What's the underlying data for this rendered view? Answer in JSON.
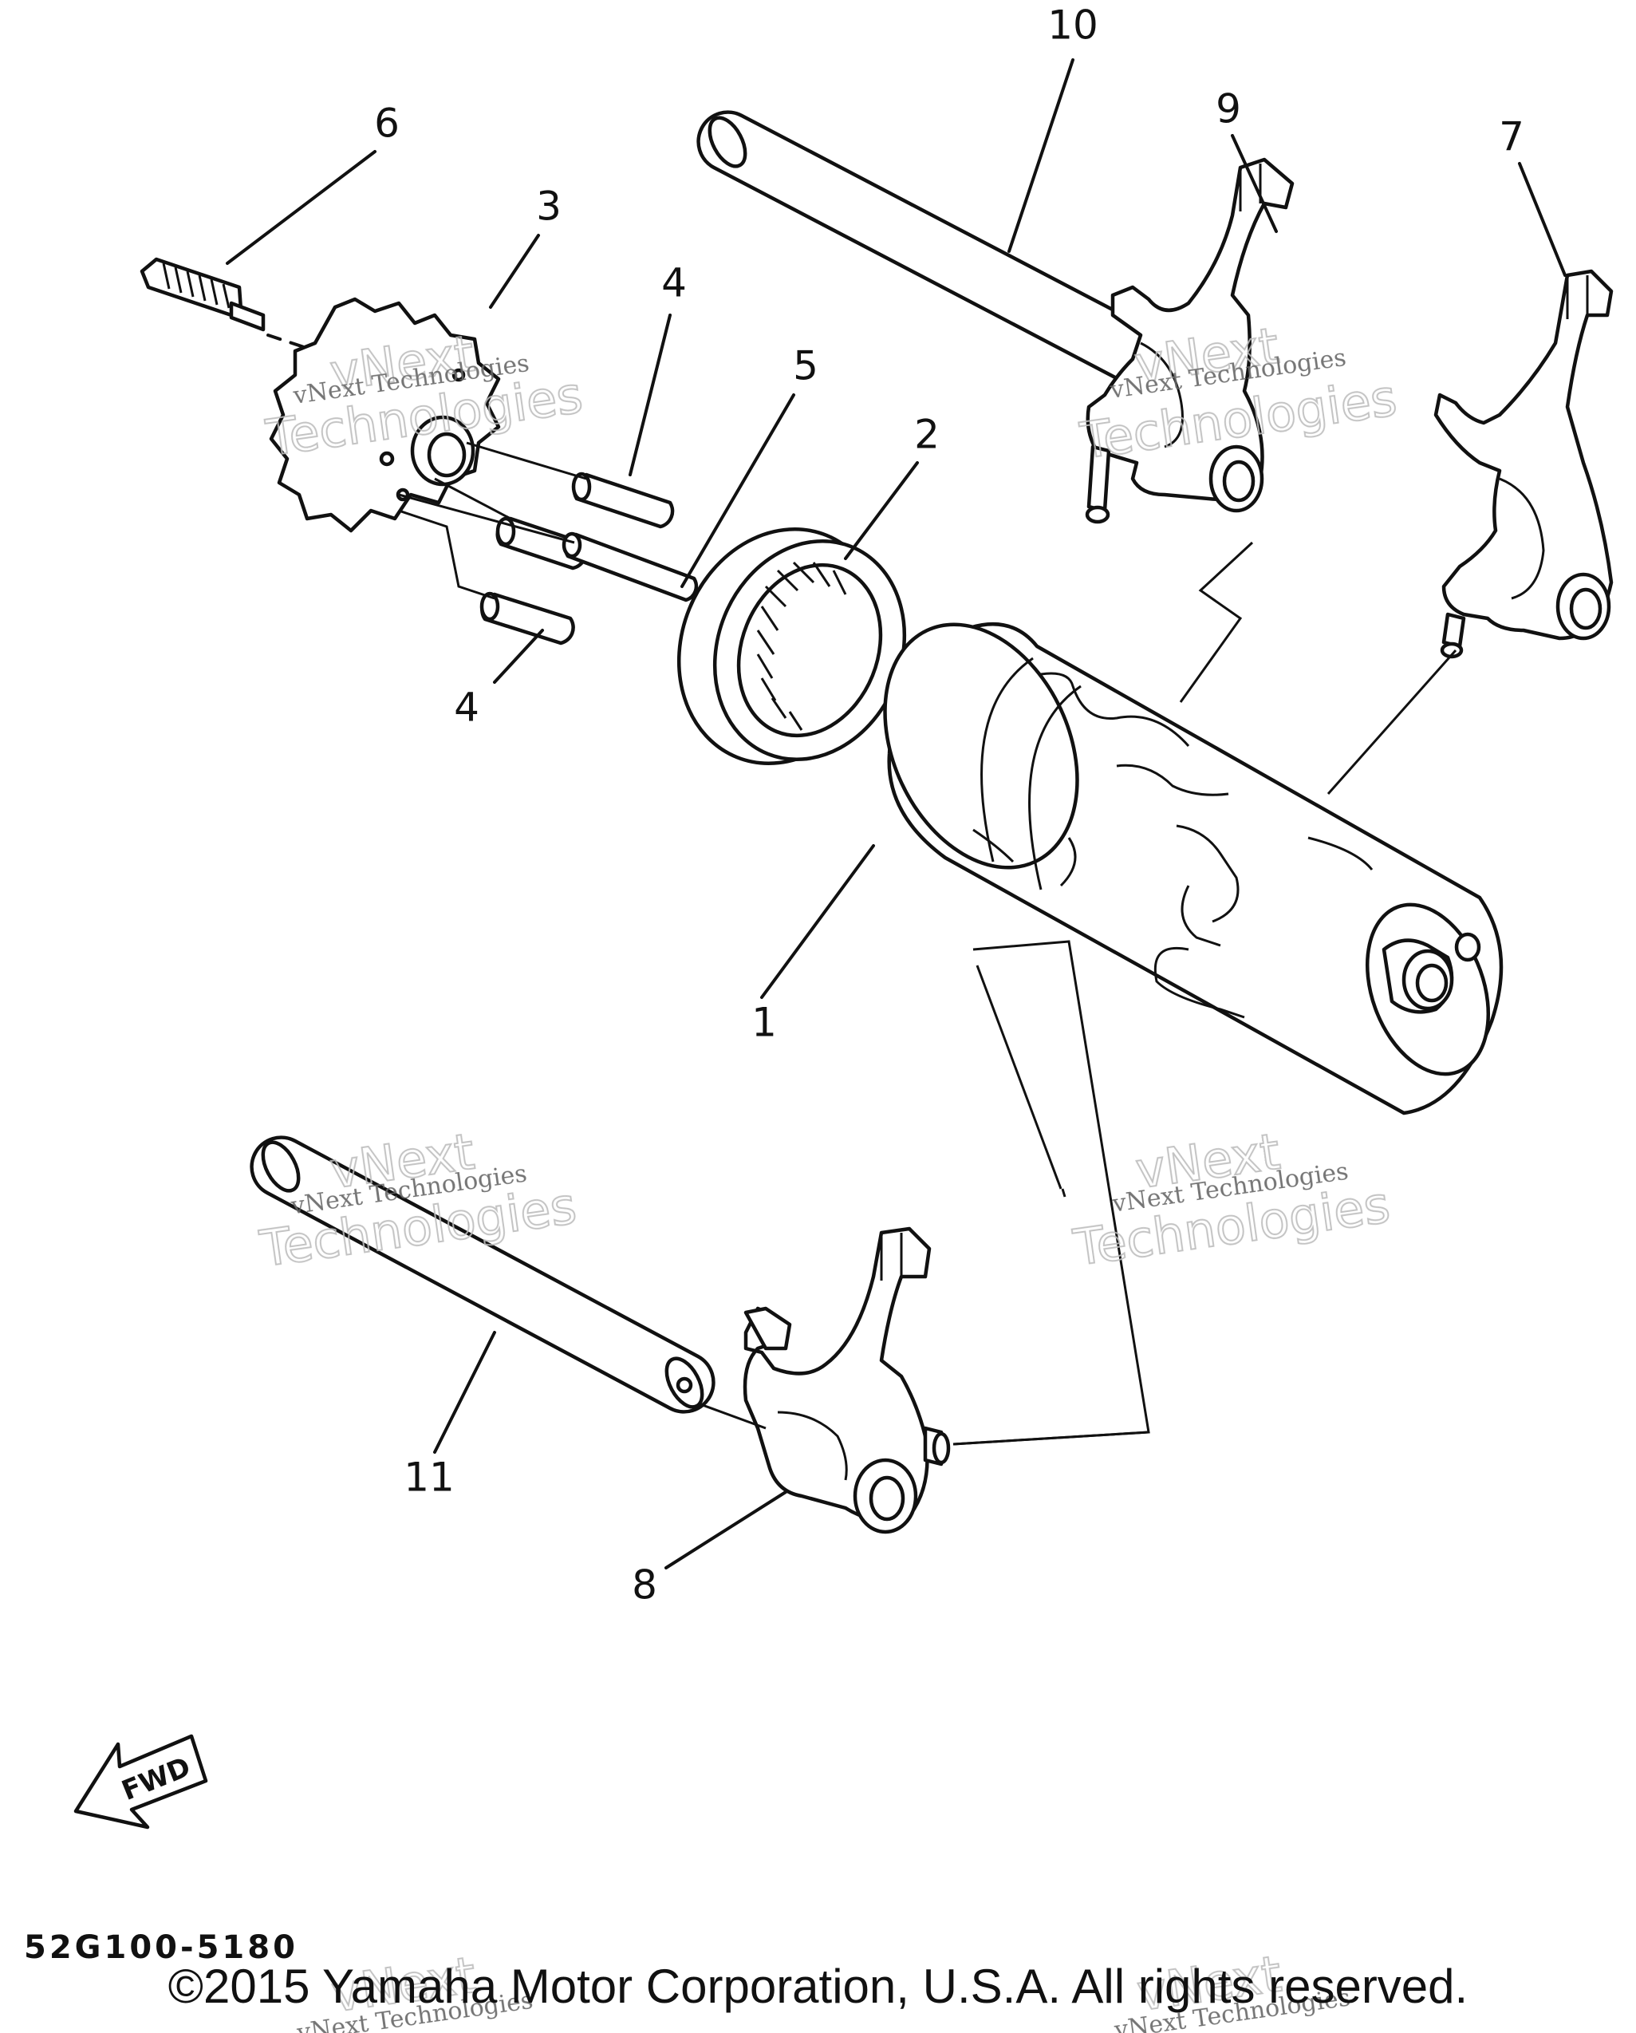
{
  "callouts": {
    "c1": "1",
    "c2": "2",
    "c3": "3",
    "c4a": "4",
    "c4b": "4",
    "c5": "5",
    "c6": "6",
    "c7": "7",
    "c8": "8",
    "c9": "9",
    "c10": "10",
    "c11": "11"
  },
  "fwd_label": "FWD",
  "doc_code": "52G100-5180",
  "copyright": "©2015 Yamaha Motor Corporation, U.S.A. All rights reserved.",
  "watermark": {
    "line1": "vNext Technologies",
    "line2": "vNext",
    "line3": "Technologies"
  },
  "colors": {
    "ink": "#111111",
    "watermark": "#bdbdbd",
    "background": "#ffffff"
  }
}
